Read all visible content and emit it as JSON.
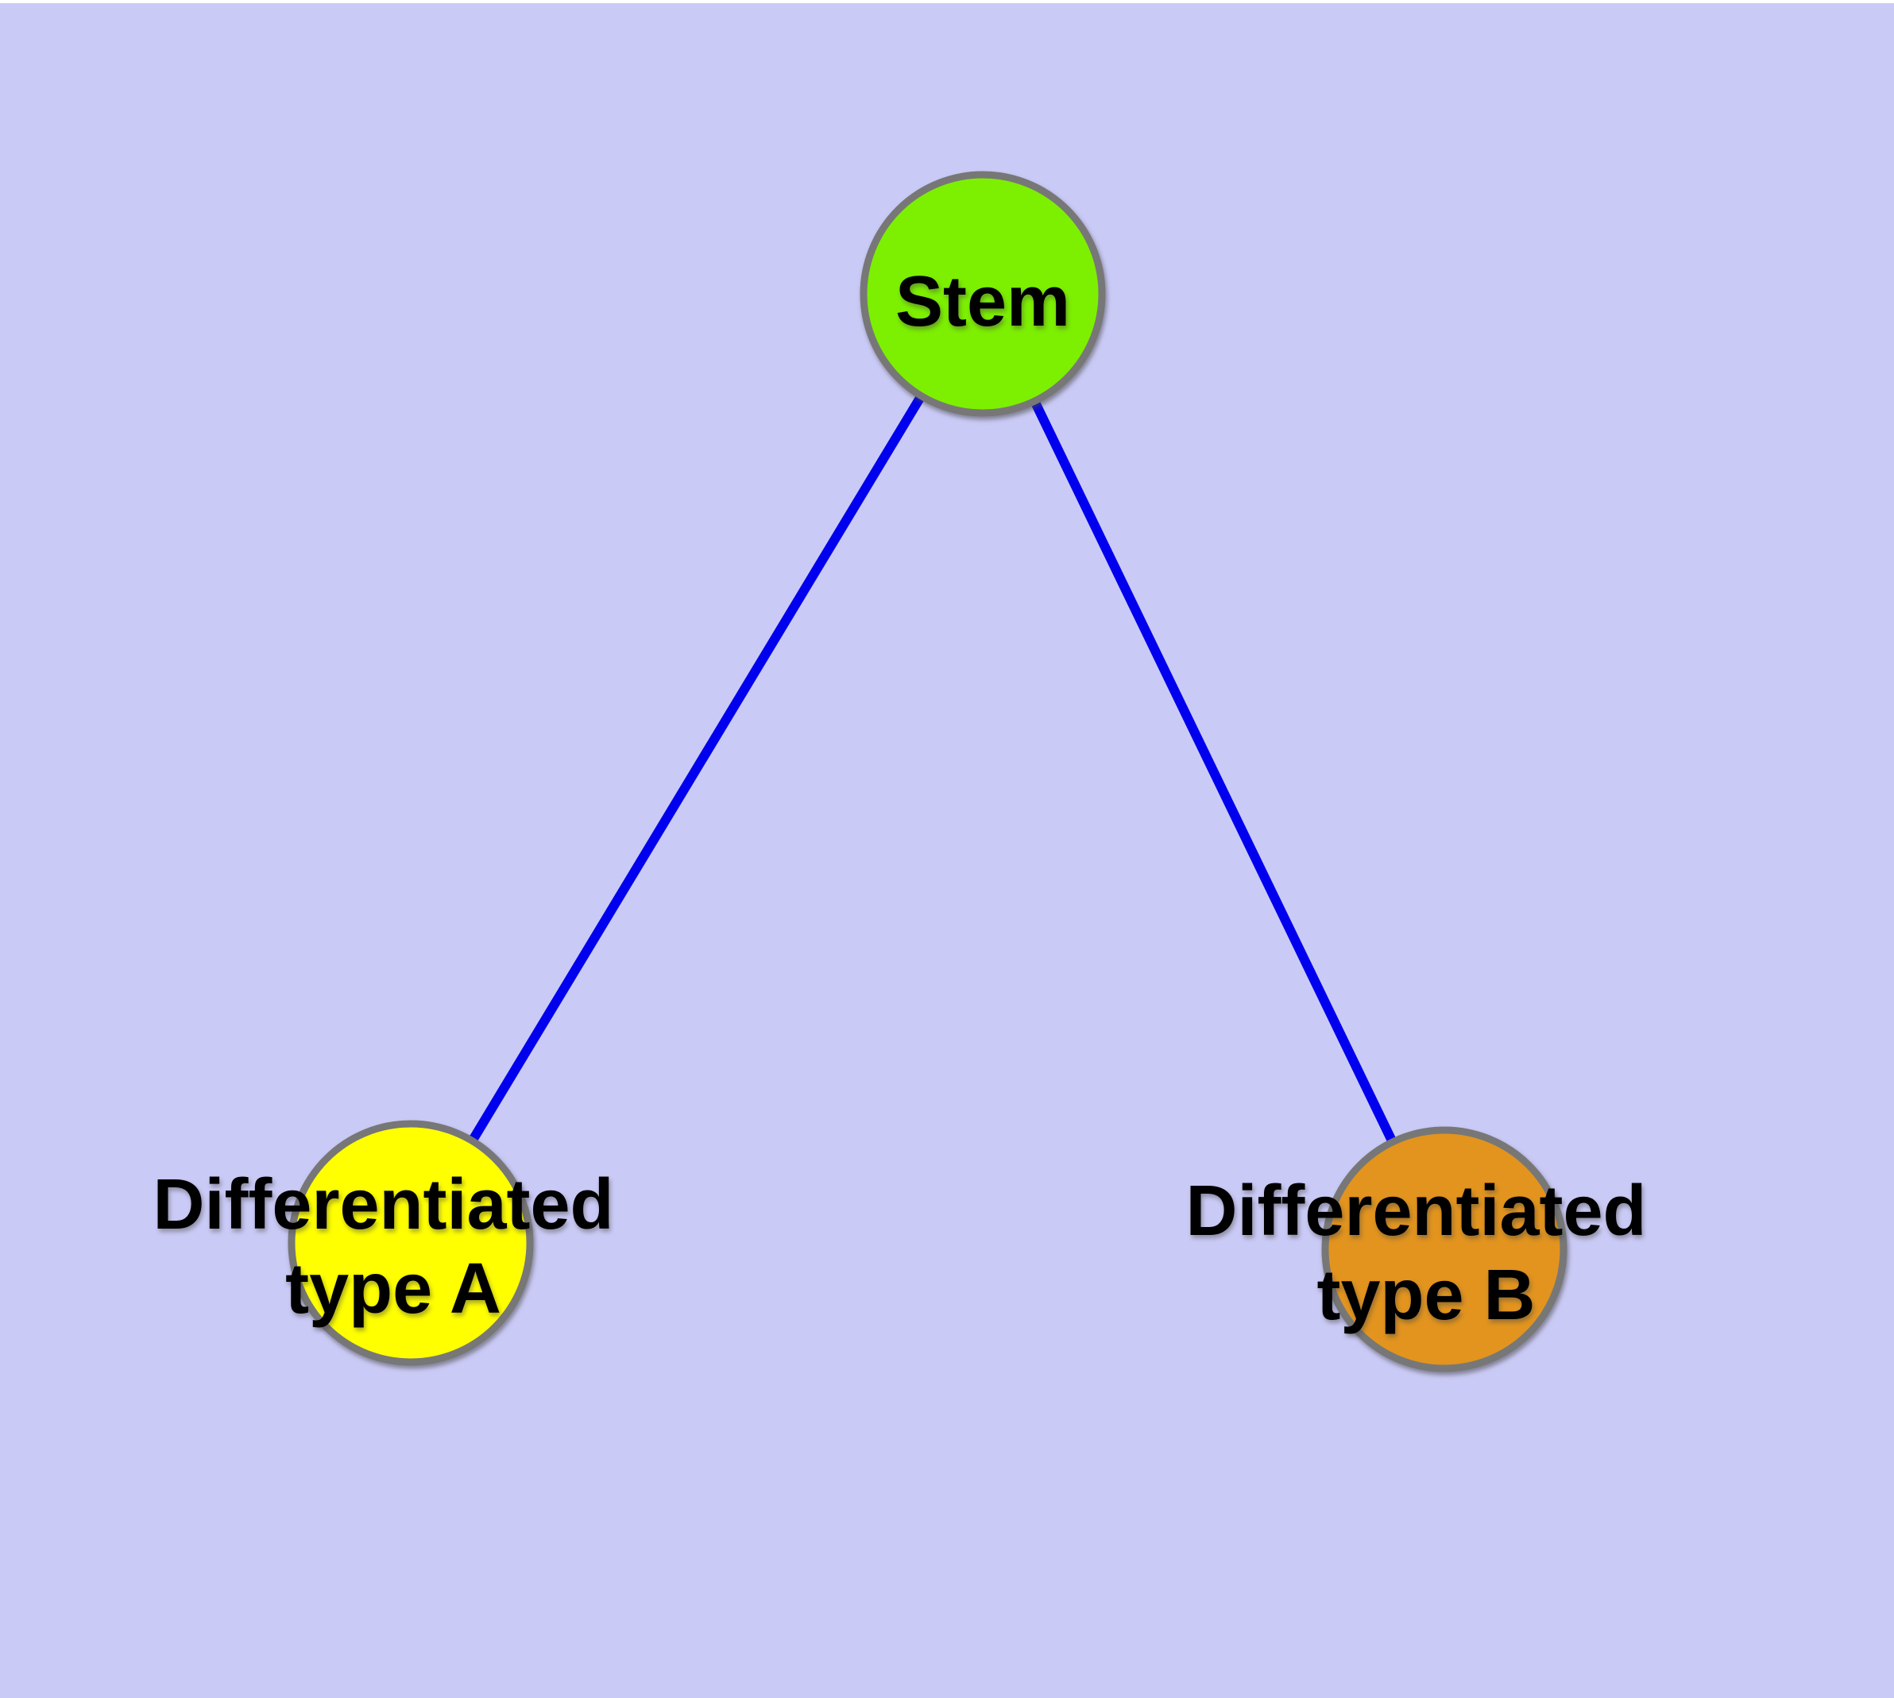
{
  "figure": {
    "title": "Stem cell differentiation graph",
    "background_color": "#cacaf6",
    "top_strip_color": "#ffffff",
    "edge_color": "#0000ee",
    "node_border_color": "#777777",
    "label_color": "#000000",
    "nodes": [
      {
        "id": "stem",
        "label": "Stem",
        "lines": [
          "Stem"
        ],
        "fill": "#7cf000"
      },
      {
        "id": "differentiated-type-a",
        "label": "Differentiated type A",
        "lines": [
          "Differentiated",
          "type A"
        ],
        "fill": "#ffff00"
      },
      {
        "id": "differentiated-type-b",
        "label": "Differentiated type B",
        "lines": [
          "Differentiated",
          "type B"
        ],
        "fill": "#e2941e"
      }
    ],
    "edges": [
      {
        "from": "stem",
        "to": "differentiated-type-a"
      },
      {
        "from": "stem",
        "to": "differentiated-type-b"
      }
    ]
  }
}
